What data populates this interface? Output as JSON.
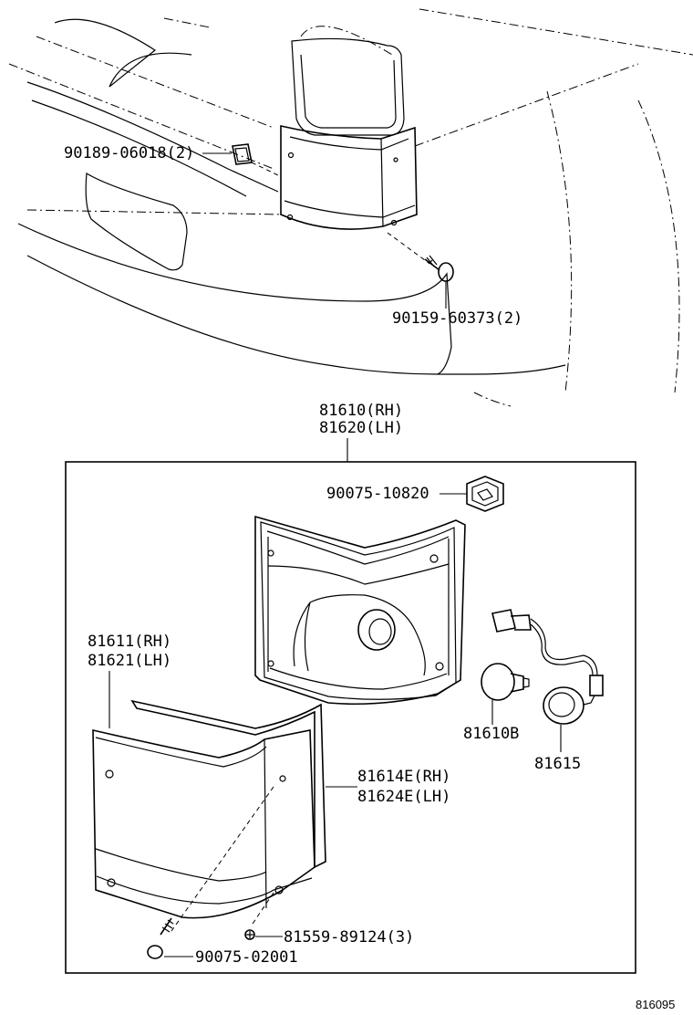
{
  "labels": {
    "clip_top": "90189-06018(2)",
    "screw_top": "90159-60373(2)",
    "assy_rh": "81610(RH)",
    "assy_lh": "81620(LH)",
    "grommet": "90075-10820",
    "lens_rh": "81611(RH)",
    "lens_lh": "81621(LH)",
    "bulb": "81610B",
    "socket": "81615",
    "gasket_rh": "81614E(RH)",
    "gasket_lh": "81624E(LH)",
    "screw_small": "81559-89124(3)",
    "screw_bottom": "90075-02001"
  },
  "diagram_number": "816095"
}
